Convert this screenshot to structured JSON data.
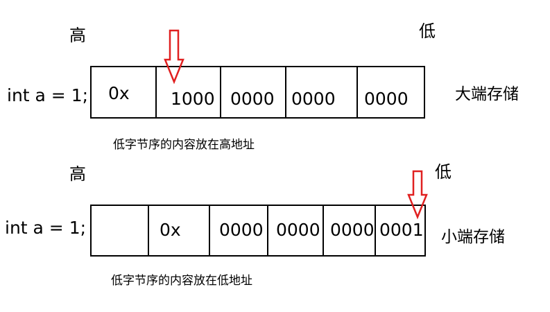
{
  "big_endian": {
    "high_label": "高",
    "low_label": "低",
    "code": "int a = 1;",
    "cells": [
      "0x",
      "1000",
      "0000",
      "0000",
      "0000"
    ],
    "name": "大端存储",
    "caption": "低字节序的内容放在高地址"
  },
  "little_endian": {
    "high_label": "高",
    "low_label": "低",
    "code": "int a = 1;",
    "cells": [
      "",
      "0x",
      "0000",
      "0000",
      "0000",
      "0001"
    ],
    "name": "小端存储",
    "caption": "低字节序的内容放在低地址"
  },
  "colors": {
    "arrow": "#e02020",
    "border": "#000000"
  }
}
